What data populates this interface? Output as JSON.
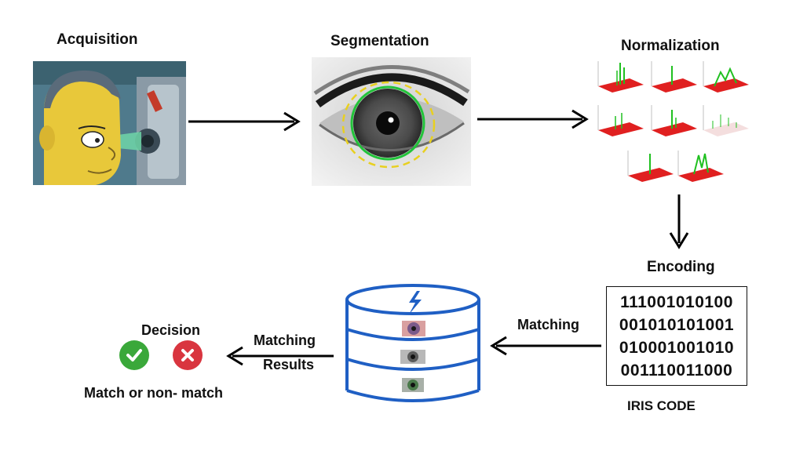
{
  "stages": {
    "acquisition": "Acquisition",
    "segmentation": "Segmentation",
    "normalization": "Normalization",
    "encoding": "Encoding",
    "iris_code_label": "IRIS CODE",
    "matching": "Matching",
    "matching_results_line1": "Matching",
    "matching_results_line2": "Results",
    "decision": "Decision",
    "decision_caption": "Match or non- match"
  },
  "iris_code": {
    "line1": "111001010100",
    "line2": "001010101001",
    "line3": "010001001010",
    "line4": "001110011000"
  },
  "icons": {
    "match": "check-icon",
    "nonmatch": "cross-icon",
    "database": "lightning-icon"
  },
  "colors": {
    "database_stroke": "#1f5fc4",
    "match": "#3aa83a",
    "nonmatch": "#d9353f",
    "segmentation_inner": "#22c33a",
    "segmentation_outer": "#e8d020",
    "normalization_surface": "#e02020",
    "normalization_peaks": "#20c020"
  }
}
